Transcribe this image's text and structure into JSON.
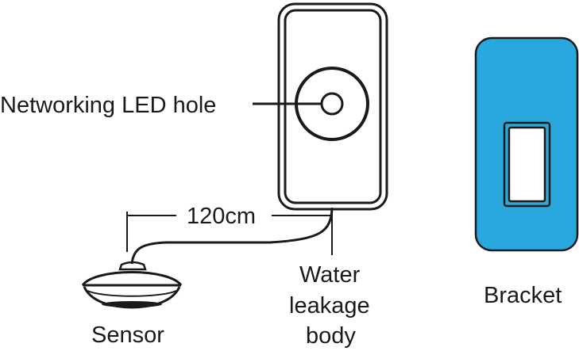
{
  "labels": {
    "led_hole": "Networking LED hole",
    "cable_length": "120cm",
    "body_line1": "Water",
    "body_line2": "leakage",
    "body_line3": "body",
    "sensor": "Sensor",
    "bracket": "Bracket"
  },
  "colors": {
    "line": "#1a1a1a",
    "bracket_fill": "#29a8e0",
    "bracket_outline": "#1a1a1a"
  }
}
